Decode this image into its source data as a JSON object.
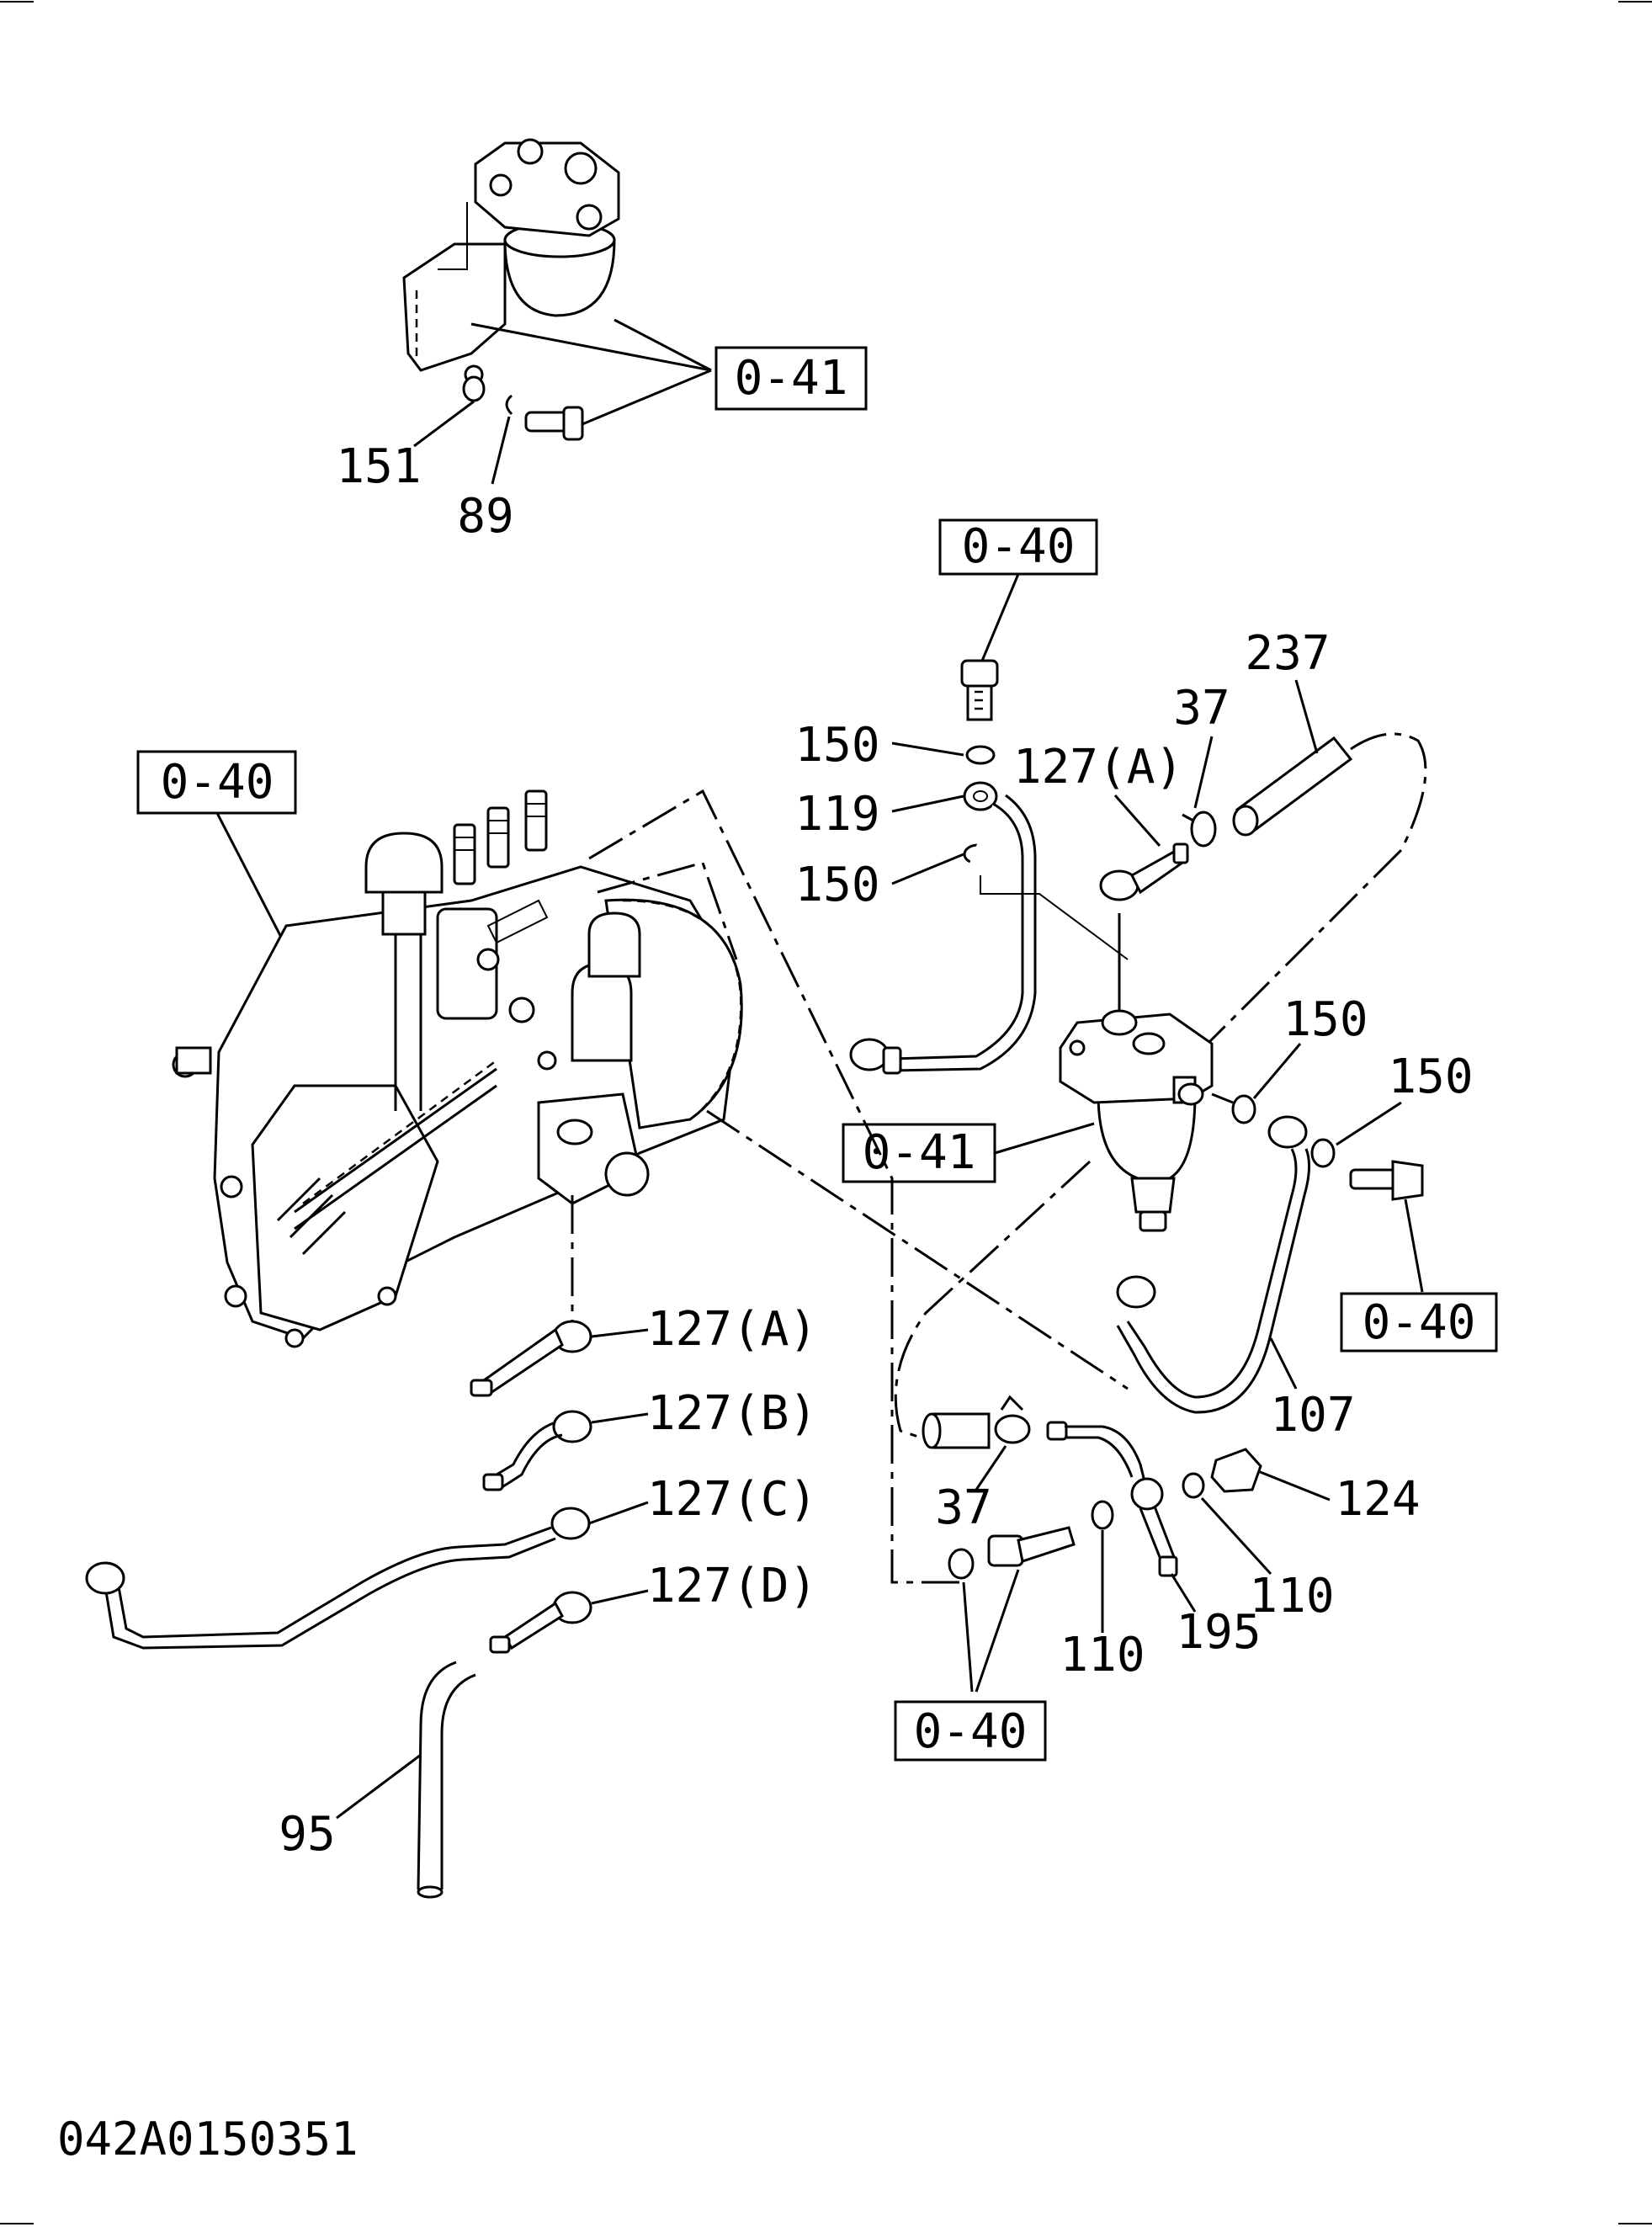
{
  "diagram": {
    "drawing_code": "042A0150351",
    "reference_boxes": {
      "ref_top_filter": "0-41",
      "ref_top_bolt": "0-40",
      "ref_pump": "0-40",
      "ref_filter": "0-41",
      "ref_right_bolt": "0-40",
      "ref_bottom": "0-40"
    },
    "callouts": {
      "c151": "151",
      "c89": "89",
      "c237": "237",
      "c37_top": "37",
      "c150_a": "150",
      "c127a_top": "127(A)",
      "c119": "119",
      "c150_b": "150",
      "c150_c": "150",
      "c150_d": "150",
      "c127a": "127(A)",
      "c127b": "127(B)",
      "c127c": "127(C)",
      "c127d": "127(D)",
      "c107": "107",
      "c124": "124",
      "c37_bottom": "37",
      "c110_a": "110",
      "c110_b": "110",
      "c195": "195",
      "c95": "95"
    }
  }
}
